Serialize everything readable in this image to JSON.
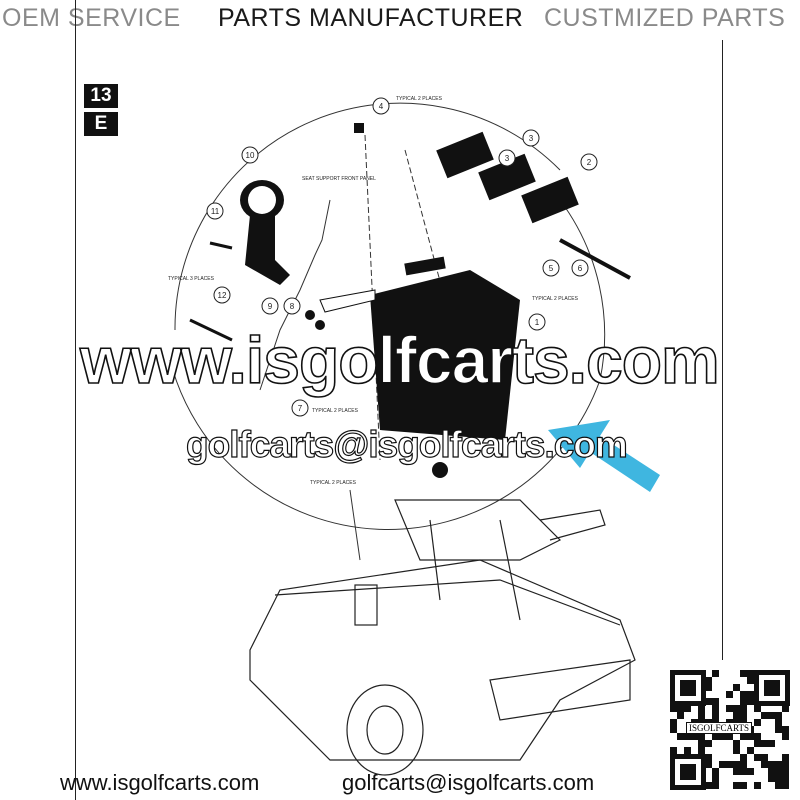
{
  "header": {
    "left": "OEM SERVICE",
    "center": "PARTS MANUFACTURER",
    "right": "CUSTMIZED PARTS"
  },
  "badges": {
    "page": "13",
    "section": "E"
  },
  "diagram": {
    "callouts": [
      "1",
      "2",
      "3",
      "3",
      "4",
      "5",
      "6",
      "7",
      "8",
      "9",
      "10",
      "11",
      "12"
    ],
    "notes": {
      "typical_4": "TYPICAL 2 PLACES",
      "seat_support": "SEAT SUPPORT FRONT PANEL",
      "typical_12": "TYPICAL 3 PLACES",
      "typical_5_6": "TYPICAL 2 PLACES",
      "typical_7": "TYPICAL 2 PLACES",
      "typical_bottom": "TYPICAL 2 PLACES"
    },
    "arrow_color": "#3fb6e0"
  },
  "watermark": {
    "url": "www.isgolfcarts.com",
    "email": "golfcarts@isgolfcarts.com"
  },
  "qr": {
    "label": "ISGOLFCARTS"
  },
  "footer": {
    "url": "www.isgolfcarts.com",
    "email": "golfcarts@isgolfcarts.com"
  }
}
